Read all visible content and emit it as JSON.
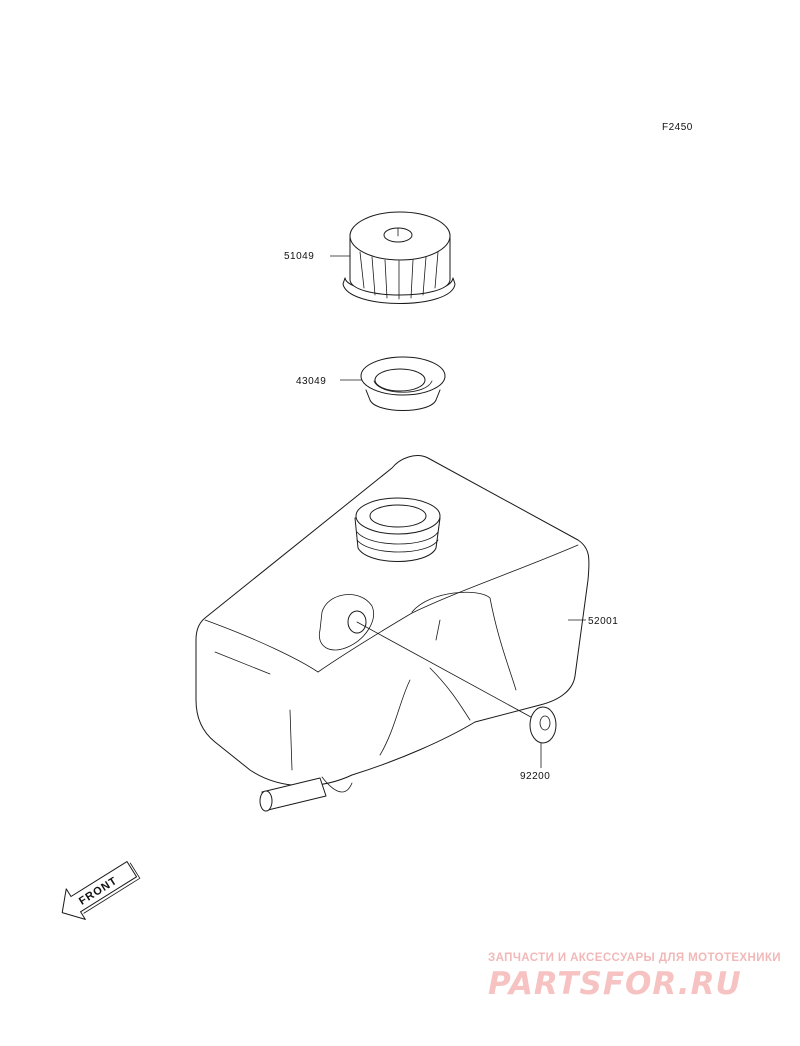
{
  "figure_code": "F2450",
  "parts": [
    {
      "number": "51049"
    },
    {
      "number": "43049"
    },
    {
      "number": "52001"
    },
    {
      "number": "92200"
    }
  ],
  "front_arrow_text": "FRONT",
  "watermark": {
    "tagline": "ЗАПЧАСТИ И АКСЕССУАРЫ ДЛЯ МОТОТЕХНИКИ",
    "brand": "PARTSFOR.RU"
  },
  "colors": {
    "line": "#1a1a1a",
    "watermark": "#f3bcbc"
  }
}
